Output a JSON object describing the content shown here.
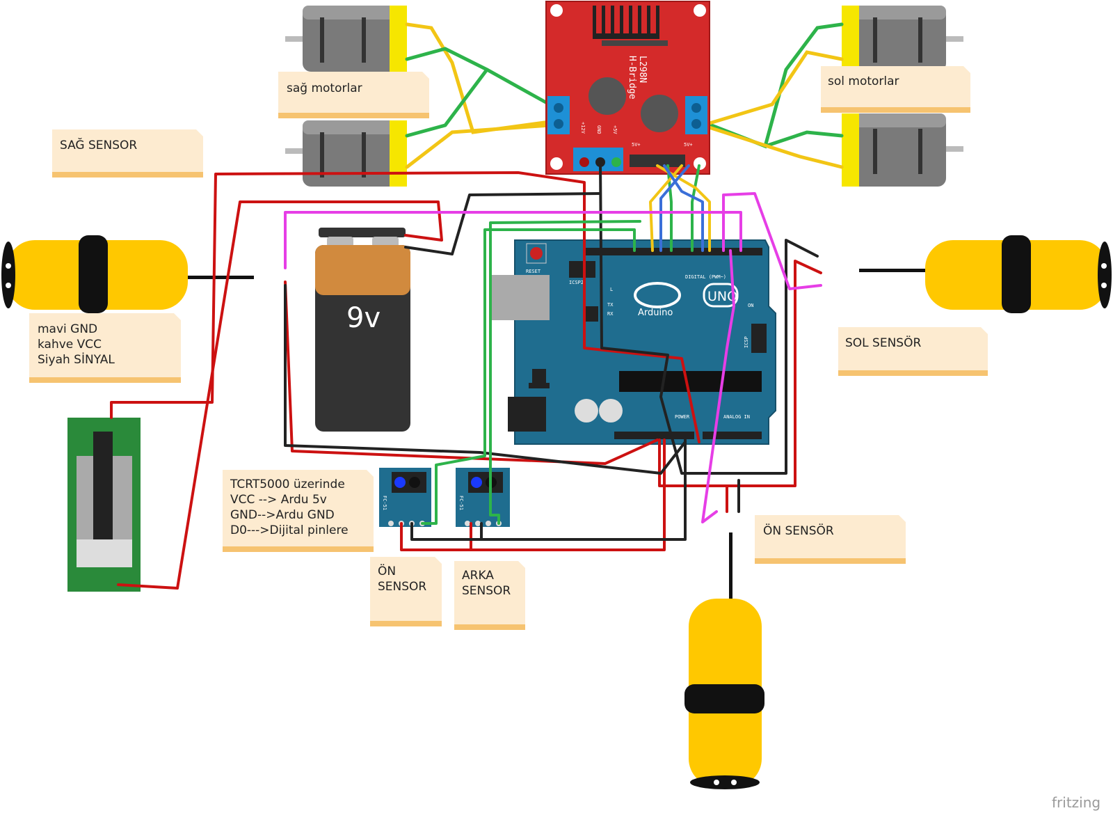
{
  "notes": {
    "sag_motorlar": "sağ motorlar",
    "sol_motorlar": "sol motorlar",
    "sag_sensor": "SAĞ SENSOR",
    "sol_sensor": "SOL SENSÖR",
    "sensor_legend": [
      "mavi GND",
      "kahve VCC",
      "Siyah SİNYAL"
    ],
    "tcrt_note": [
      "TCRT5000 üzerinde",
      "VCC --> Ardu 5v",
      "GND-->Ardu GND",
      "D0--->Dijital pinlere"
    ],
    "on_sensor_front": "ÖN SENSÖR",
    "on_sensor_ir": [
      "ÖN",
      "SENSOR"
    ],
    "arka_sensor_ir": [
      "ARKA",
      "SENSOR"
    ]
  },
  "battery": {
    "label": "9v"
  },
  "hbridge": {
    "title": "L298N",
    "subtitle": "H-Bridge",
    "pins": [
      "+12V",
      "GND",
      "+5V"
    ],
    "small": [
      "5V+",
      "5V+"
    ]
  },
  "arduino": {
    "brand": "Arduino",
    "model": "UNO",
    "reset": "RESET",
    "icsp": "ICSP",
    "icsp2": "ICSP2",
    "on": "ON",
    "digital": "DIGITAL (PWM~)",
    "power": "POWER",
    "analog": "ANALOG IN",
    "leds": [
      "L",
      "TX",
      "RX"
    ]
  },
  "ir_module": {
    "label": "FC-51"
  },
  "watermark": "fritzing",
  "colors": {
    "wire_red": "#cc1111",
    "wire_black": "#222222",
    "wire_green": "#2db34a",
    "wire_yellow": "#f2c515",
    "wire_blue": "#3a6fd8",
    "wire_magenta": "#e63ee6",
    "arduino_blue": "#1f6d8f",
    "hbridge_red": "#d42a2a",
    "note_bg": "#fdebd0",
    "note_edge": "#f6c370",
    "sensor_yellow": "#ffc800"
  }
}
